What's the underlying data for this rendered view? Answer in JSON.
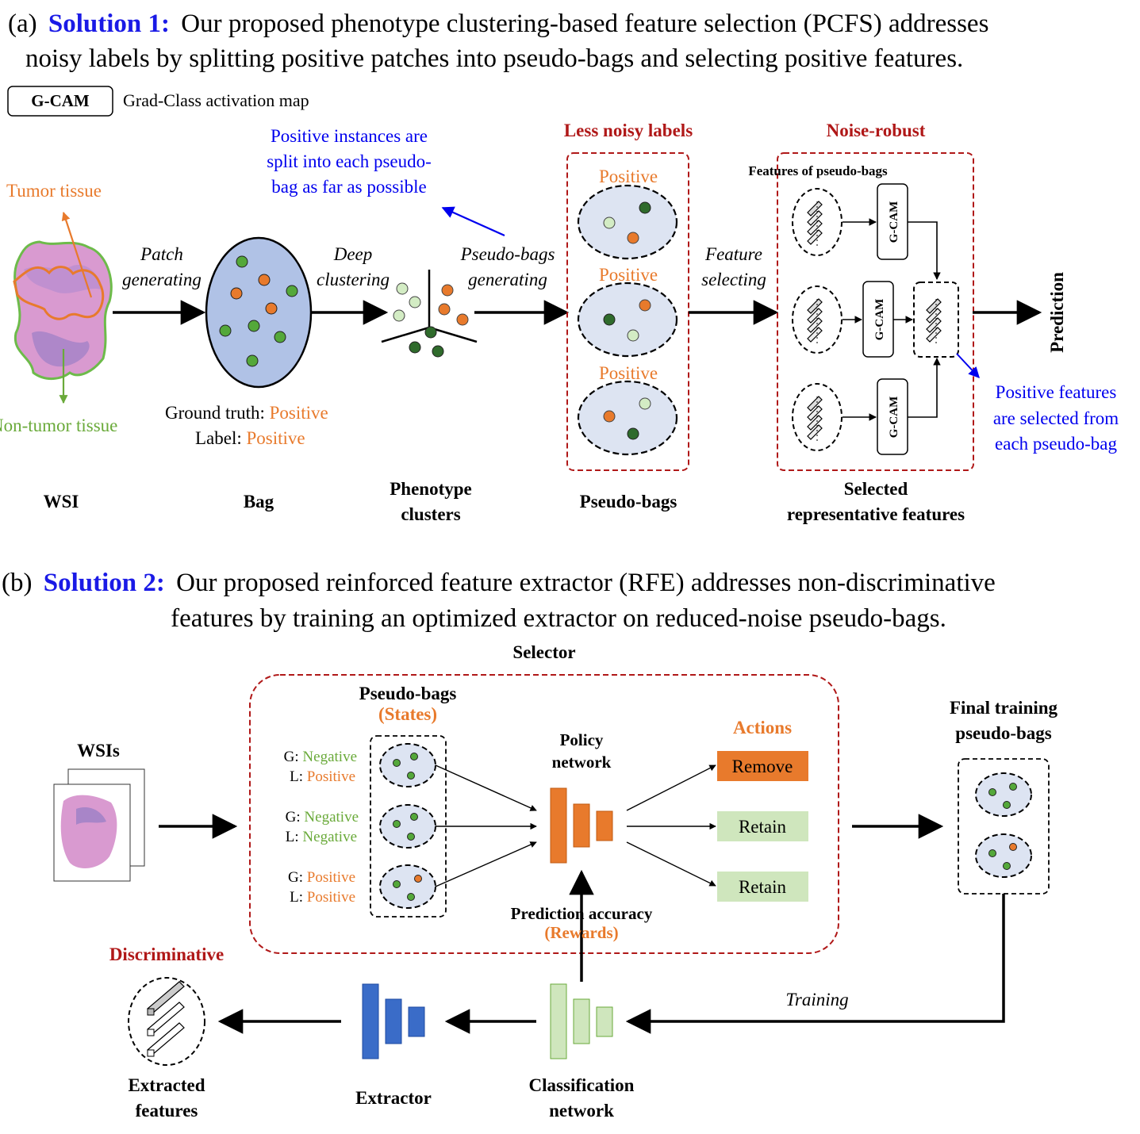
{
  "colors": {
    "blue_title": "#1a1ae6",
    "blue_note": "#0000ee",
    "dark_red": "#b01818",
    "orange": "#e87a2c",
    "green_text": "#6aaa3a",
    "bag_fill": "#b0c2e6",
    "pseudo_fill": "#dde4f2",
    "dot_green": "#54a83a",
    "dot_dark": "#2f6b2c",
    "dot_light": "#d3ecc4",
    "extractor_blue": "#3a6cc8",
    "cls_green": "#cfe6bd",
    "policy_orange": "#e87a2c"
  },
  "part_a": {
    "label": "(a)",
    "solution": "Solution 1:",
    "line1": "Our proposed phenotype clustering-based feature selection (PCFS) addresses",
    "line2": "noisy labels by splitting positive patches into pseudo-bags and selecting positive features.",
    "legend_box": "G-CAM",
    "legend_text": "Grad-Class activation map",
    "tumor": "Tumor tissue",
    "non_tumor": "Non-tumor tissue",
    "patch1": "Patch",
    "patch2": "generating",
    "deep1": "Deep",
    "deep2": "clustering",
    "pseudo_gen1": "Pseudo-bags",
    "pseudo_gen2": "generating",
    "feat_sel1": "Feature",
    "feat_sel2": "selecting",
    "note_blue1": "Positive instances are",
    "note_blue2": "split into each pseudo-",
    "note_blue3": "bag as far as possible",
    "gt_label": "Ground truth: ",
    "gt_value": "Positive",
    "lab_label": "Label: ",
    "lab_value": "Positive",
    "less_noisy": "Less noisy labels",
    "noise_robust": "Noise-robust",
    "features_of": "Features of pseudo-bags",
    "pos1": "Positive",
    "pos2": "Positive",
    "pos3": "Positive",
    "gcam": "G-CAM",
    "prediction": "Prediction",
    "note_right1": "Positive features",
    "note_right2": "are selected from",
    "note_right3": "each pseudo-bag",
    "wsi": "WSI",
    "bag": "Bag",
    "pheno1": "Phenotype",
    "pheno2": "clusters",
    "pseudo_bags": "Pseudo-bags",
    "selected1": "Selected",
    "selected2": "representative features"
  },
  "part_b": {
    "label": "(b)",
    "solution": "Solution 2:",
    "line1": "Our proposed reinforced feature extractor (RFE) addresses non-discriminative",
    "line2": "features by training an optimized extractor on reduced-noise pseudo-bags.",
    "selector": "Selector",
    "wsis": "WSIs",
    "pseudo_bags": "Pseudo-bags",
    "states": "(States)",
    "g_prefix": "G: ",
    "l_prefix": "L: ",
    "row1_g": "Negative",
    "row1_l": "Positive",
    "row2_g": "Negative",
    "row2_l": "Negative",
    "row3_g": "Positive",
    "row3_l": "Positive",
    "policy1": "Policy",
    "policy2": "network",
    "actions": "Actions",
    "remove": "Remove",
    "retain1": "Retain",
    "retain2": "Retain",
    "pred_acc": "Prediction accuracy",
    "rewards": "(Rewards)",
    "final1": "Final training",
    "final2": "pseudo-bags",
    "training": "Training",
    "discriminative": "Discriminative",
    "extracted1": "Extracted",
    "extracted2": "features",
    "extractor": "Extractor",
    "cls1": "Classification",
    "cls2": "network"
  }
}
